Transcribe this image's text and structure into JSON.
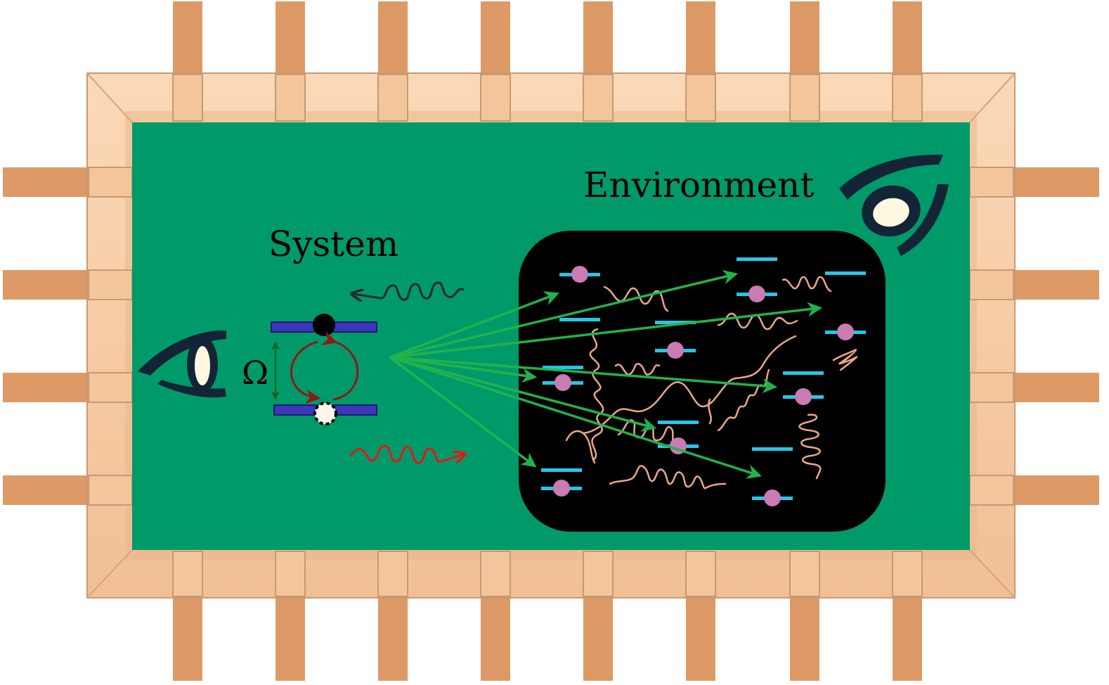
{
  "labels": {
    "system": "System",
    "environment": "Environment",
    "omega": "Ω"
  },
  "icons": {
    "left_observer": "eye-icon",
    "right_observer": "eye-icon"
  },
  "colors": {
    "chip_frame": "#f6c9a0",
    "chip_frame_shadow": "#d9a57a",
    "chip_pins": "#dd9a66",
    "board": "#009a6a",
    "environment_box": "#000000",
    "energy_level_bar": "#3b37b8",
    "bath_level": "#25c6e6",
    "bath_particle": "#c97bb2",
    "bath_wave": "#e9a888",
    "coupling_arrow": "#22b24c",
    "emission_wave": "#e01818",
    "absorption_wave": "#2a2a2a",
    "eye": "#122436"
  }
}
